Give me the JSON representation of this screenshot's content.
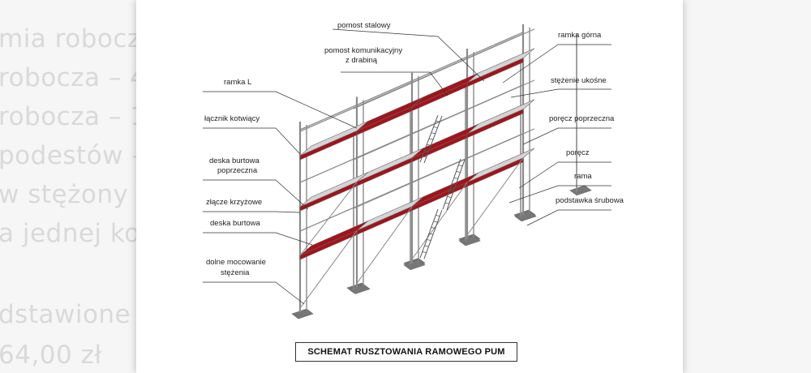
{
  "background_text": {
    "lines": [
      "mia robocz",
      "robocza – 4",
      "robocza – 1",
      "podestów –",
      "w stężony",
      "a jednej ko",
      "dstawione",
      "64,00 zł"
    ]
  },
  "diagram": {
    "title": "SCHEMAT RUSZTOWANIA RAMOWEGO PUM",
    "labels": {
      "pomost_stalowy": "pomost stalowy",
      "pomost_kom_1": "pomost komunikacyjny",
      "pomost_kom_2": "z drabiną",
      "ramka_gorna": "ramka górna",
      "ramka_l": "ramka L",
      "stezenie_ukosne": "stężenie ukośne",
      "lacznik_kotwiacy": "łącznik kotwiący",
      "porecz_poprzeczna": "poręcz poprzeczna",
      "deska_bp_1": "deska burtowa",
      "deska_bp_2": "poprzeczna",
      "porecz": "poręcz",
      "rama": "rama",
      "zlacze_krzyzowe": "złącze krzyżowe",
      "podstawka_srubowa": "podstawka śrubowa",
      "deska_burtowa": "deska burtowa",
      "dolne_1": "dolne mocowanie",
      "dolne_2": "stężenia"
    }
  },
  "colors": {
    "deck_red": "#a3131a",
    "deck_grey": "#d4d4d4",
    "steel": "#8a8a8a"
  }
}
